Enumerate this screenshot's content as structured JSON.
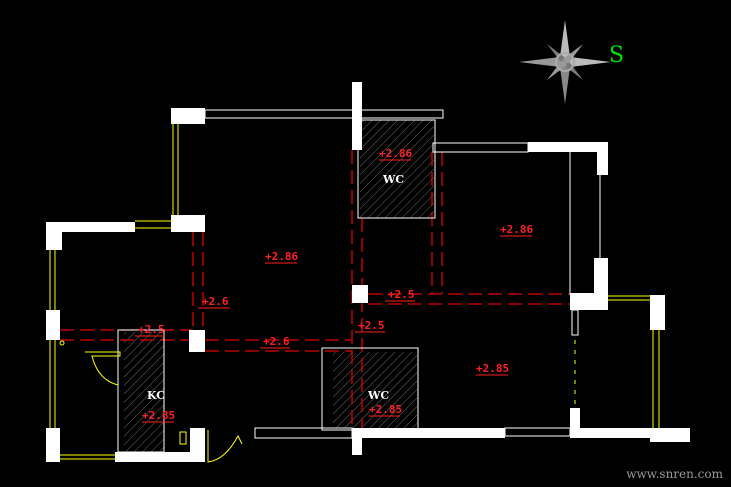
{
  "compass": {
    "label": "S",
    "color": "#00e000"
  },
  "rooms": [
    {
      "name": "WC",
      "level": "+2.86"
    },
    {
      "name": "KC",
      "level": "+2.85"
    },
    {
      "name": "WC",
      "level": "+2.85"
    }
  ],
  "levels": {
    "living": "+2.86",
    "right_room": "+2.86",
    "lower_right": "+2.85",
    "left_beam": "+2.6",
    "mid_beam_h": "+2.6",
    "center_beam_a": "+2.5",
    "center_beam_b": "+2.5",
    "kitchen_beam": "+2.5"
  },
  "watermark": "www.snren.com",
  "colors": {
    "wall": "#ffffff",
    "level_text": "#ff2020",
    "fixture": "#ffff00",
    "axis": "#e00000"
  }
}
